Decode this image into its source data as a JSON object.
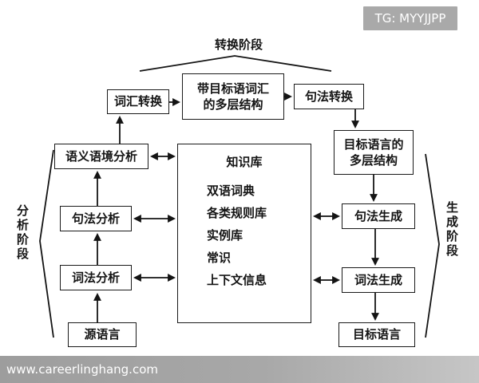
{
  "badge": {
    "text": "TG: MYYJJPP"
  },
  "footer": {
    "site": "www.careerlinghang.com"
  },
  "phases": {
    "transfer": "转换阶段",
    "analysis": "分析阶段",
    "generation": "生成阶段"
  },
  "nodes": {
    "lexical_transfer": "词汇转换",
    "target_vocab_structure": {
      "line1": "带目标语词汇",
      "line2": "的多层结构"
    },
    "syntactic_transfer": "句法转换",
    "target_lang_structure": {
      "line1": "目标语言的",
      "line2": "多层结构"
    },
    "semantic_context_analysis": "语义语境分析",
    "syntactic_analysis": "句法分析",
    "lexical_analysis": "词法分析",
    "source_language": "源语言",
    "syntactic_generation": "句法生成",
    "lexical_generation": "词法生成",
    "target_language": "目标语言"
  },
  "knowledge_base": {
    "title": "知识库",
    "items": [
      "双语词典",
      "各类规则库",
      "实例库",
      "常识",
      "上下文信息"
    ]
  },
  "colors": {
    "line": "#141414",
    "badge_bg": "#a9a9a9",
    "footer_bg": "#a3a3a3",
    "text_on_gray": "#ffffff"
  }
}
